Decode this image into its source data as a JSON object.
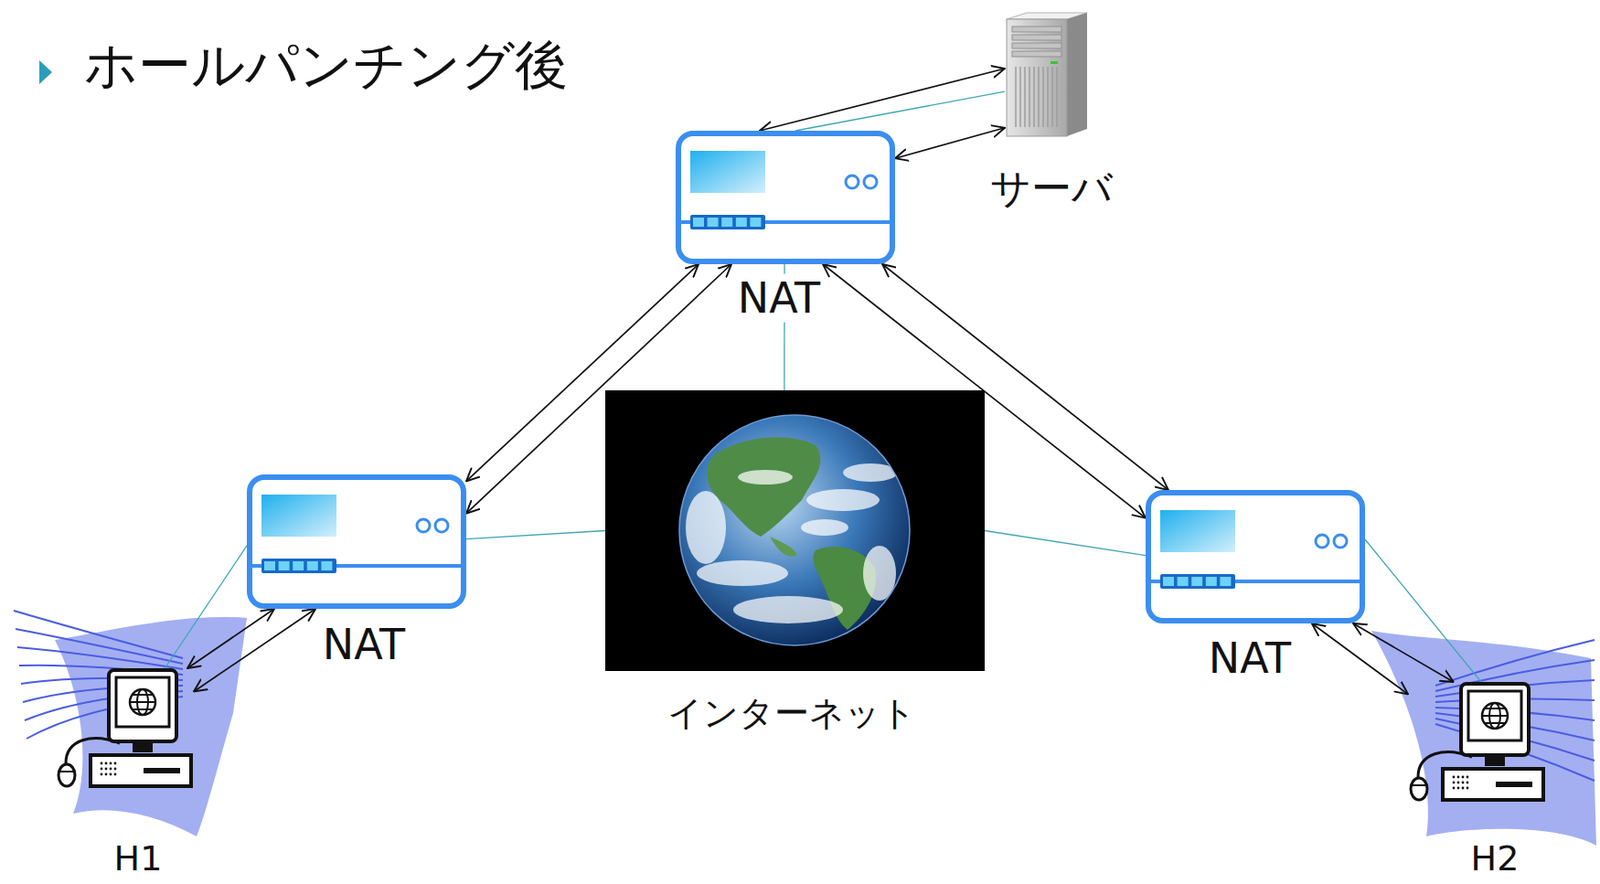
{
  "diagram": {
    "title": "ホールパンチング後",
    "nodes": [
      {
        "text": [
          "NAT"
        ]
      },
      {
        "text": [
          "サーバ"
        ]
      },
      {
        "text": [
          "NAT"
        ]
      },
      {
        "text": [
          "インターネット"
        ]
      },
      {
        "text": [
          "NAT"
        ]
      },
      {
        "text": [
          "H1"
        ]
      },
      {
        "text": [
          "H2"
        ]
      }
    ],
    "edges": [
      {
        "from": 0,
        "to": 1,
        "arrow": "both"
      },
      {
        "from": 0,
        "to": 1,
        "arrow": "both"
      },
      {
        "from": 0,
        "to": 1,
        "arrow": "none"
      },
      {
        "from": 0,
        "to": 2,
        "arrow": "both"
      },
      {
        "from": 0,
        "to": 2,
        "arrow": "both"
      },
      {
        "from": 0,
        "to": 4,
        "arrow": "both"
      },
      {
        "from": 0,
        "to": 4,
        "arrow": "both"
      },
      {
        "from": 0,
        "to": 3,
        "arrow": "none"
      },
      {
        "from": 2,
        "to": 3,
        "arrow": "none"
      },
      {
        "from": 3,
        "to": 4,
        "arrow": "none"
      },
      {
        "from": 2,
        "to": 5,
        "arrow": "both"
      },
      {
        "from": 2,
        "to": 5,
        "arrow": "both"
      },
      {
        "from": 2,
        "to": 5,
        "arrow": "none"
      },
      {
        "from": 4,
        "to": 6,
        "arrow": "both"
      },
      {
        "from": 4,
        "to": 6,
        "arrow": "both"
      },
      {
        "from": 4,
        "to": 6,
        "arrow": "none"
      }
    ]
  }
}
